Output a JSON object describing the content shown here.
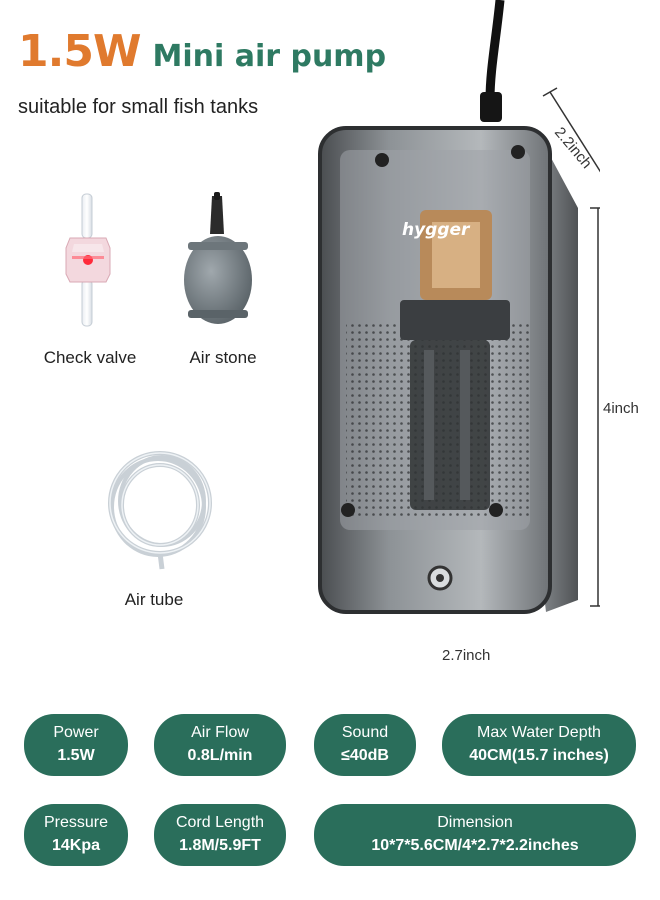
{
  "header": {
    "power": "1.5W",
    "title": "Mini air pump",
    "subtitle": "suitable for small fish tanks"
  },
  "accessories": [
    {
      "label": "Check valve"
    },
    {
      "label": "Air stone"
    },
    {
      "label": "Air tube"
    }
  ],
  "product": {
    "brand": "hygger",
    "dimensions": {
      "depth": "2.2inch",
      "height": "4inch",
      "width": "2.7inch"
    }
  },
  "specs": [
    {
      "label": "Power",
      "value": "1.5W"
    },
    {
      "label": "Air Flow",
      "value": "0.8L/min"
    },
    {
      "label": "Sound",
      "value": "≤40dB"
    },
    {
      "label": "Max Water Depth",
      "value": "40CM(15.7 inches)"
    },
    {
      "label": "Pressure",
      "value": "14Kpa"
    },
    {
      "label": "Cord Length",
      "value": "1.8M/5.9FT"
    },
    {
      "label": "Dimension",
      "value": "10*7*5.6CM/4*2.7*2.2inches"
    }
  ],
  "colors": {
    "accent_orange": "#e07a2e",
    "accent_green": "#2e7a62",
    "pill_bg": "#2a6e5b"
  }
}
